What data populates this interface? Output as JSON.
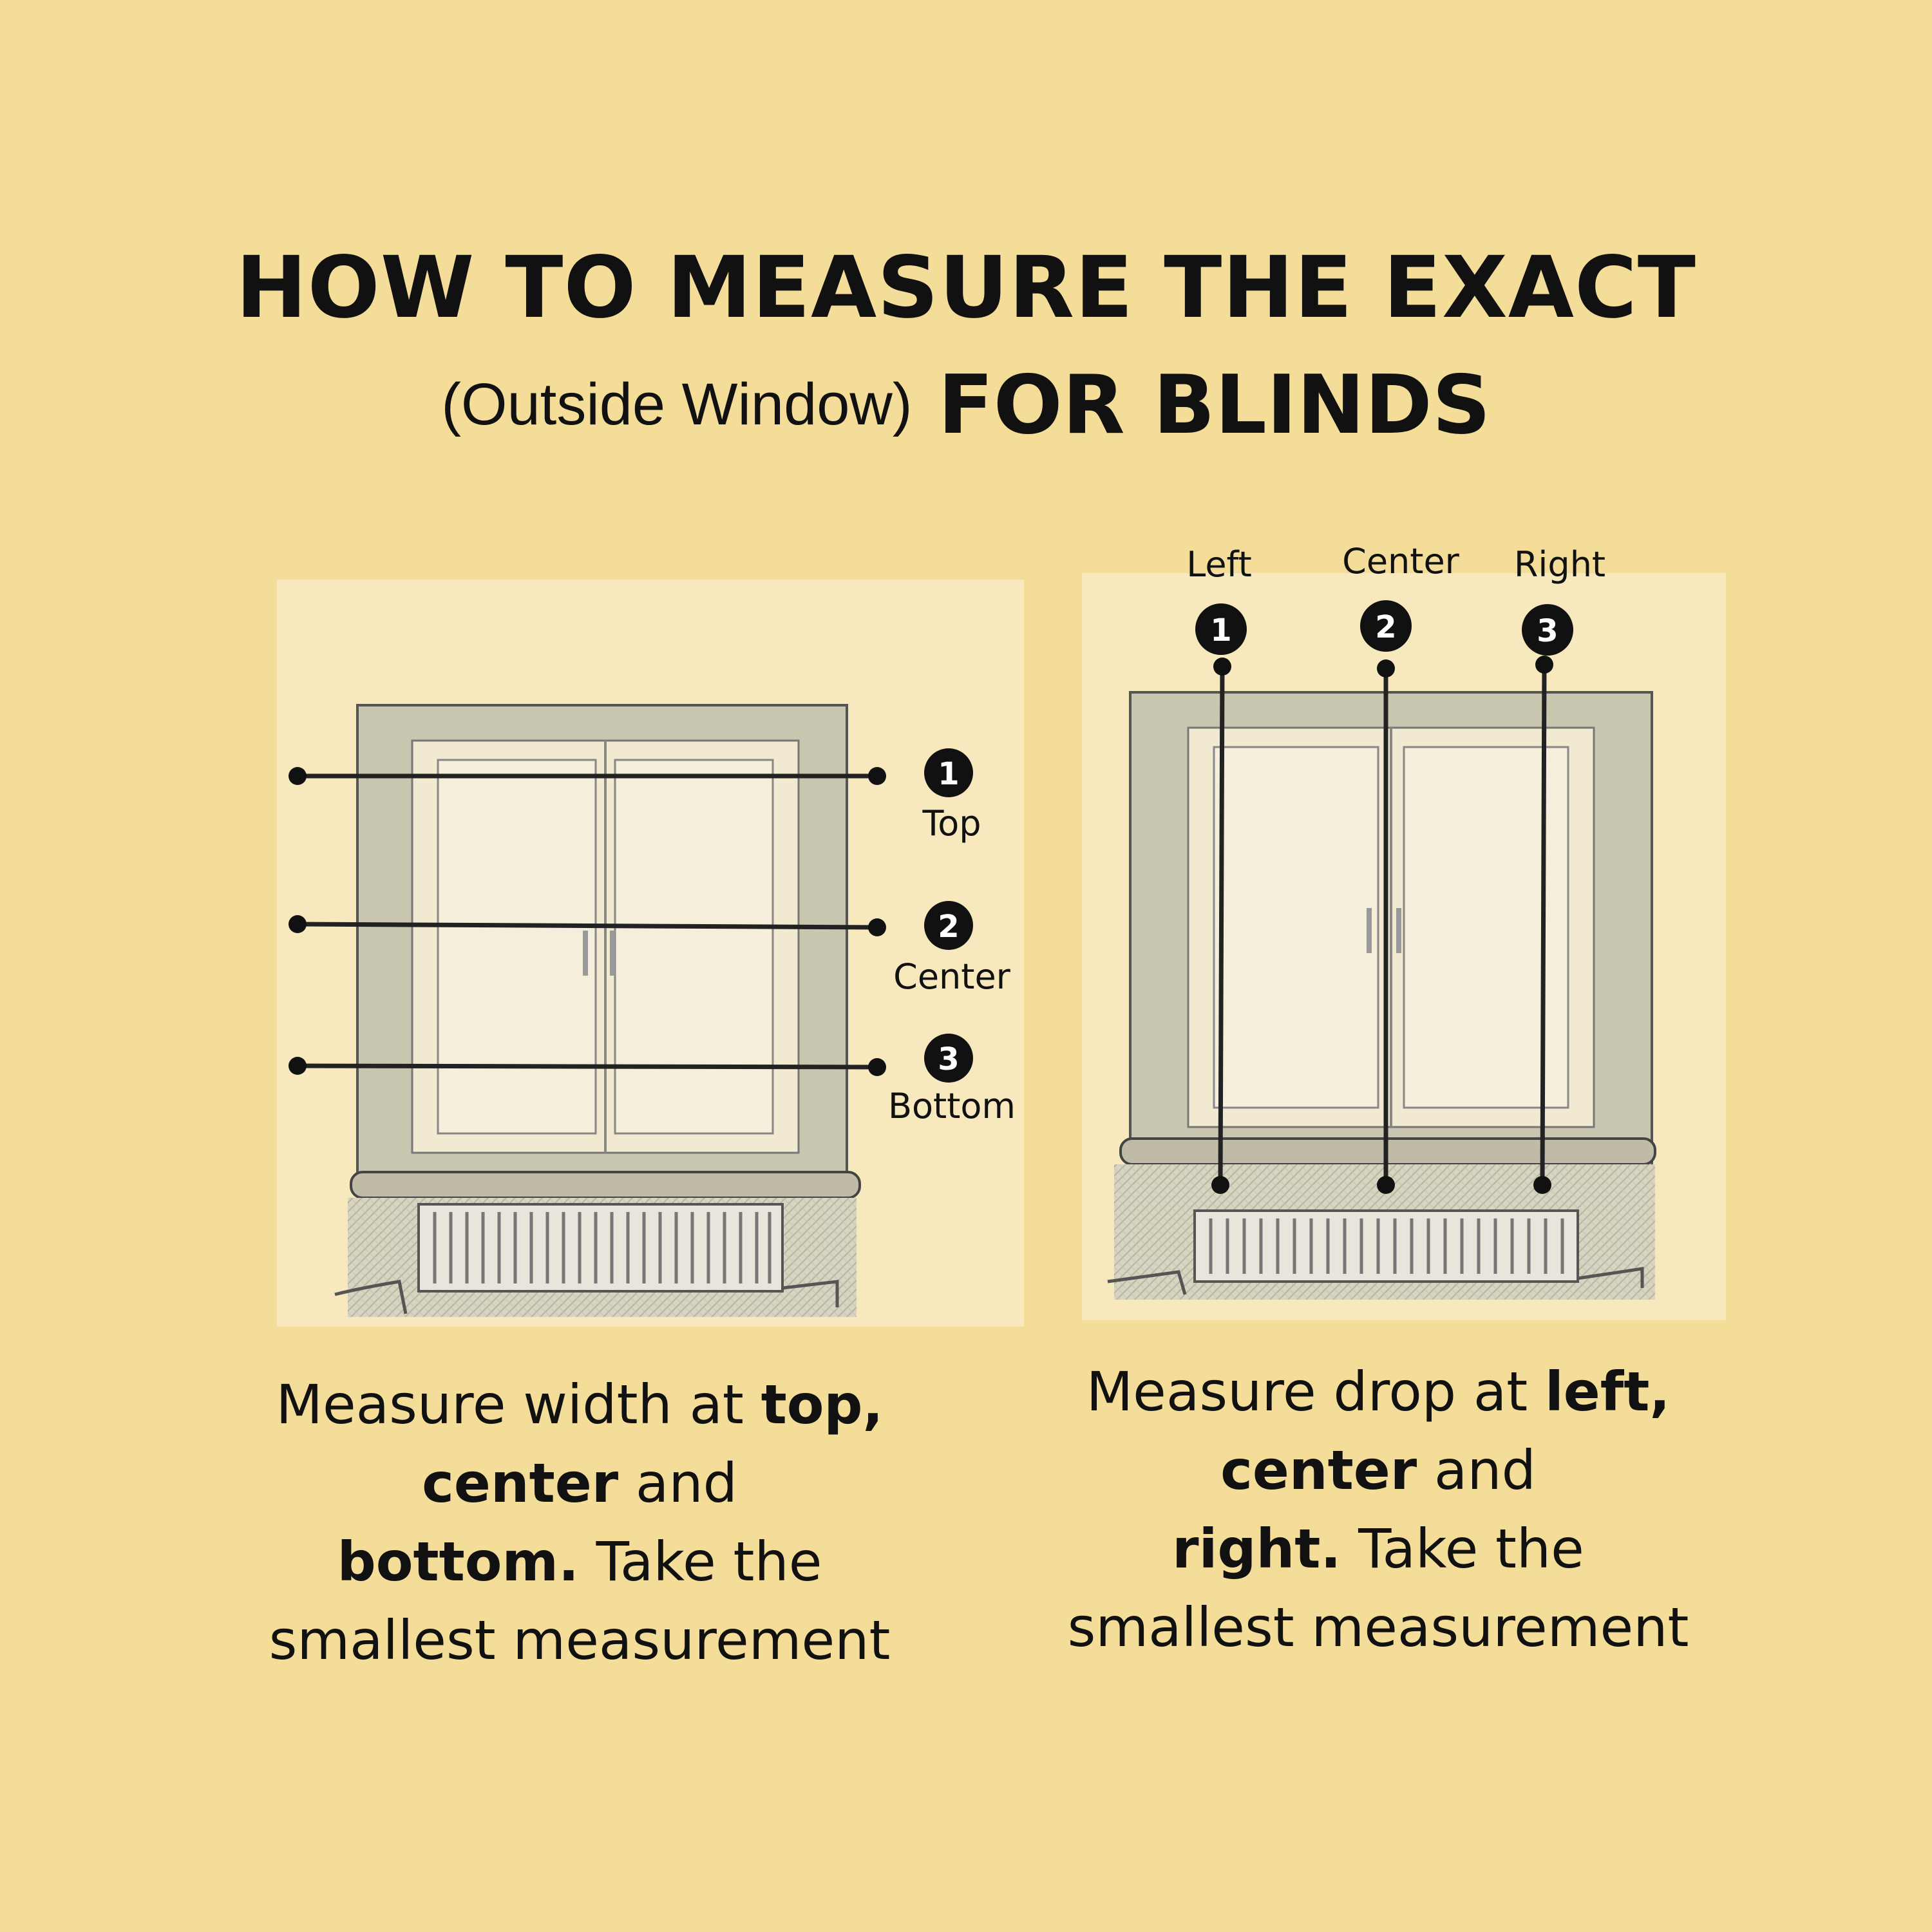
{
  "title": {
    "line1": "HOW TO MEASURE THE EXACT",
    "line2_paren": "(Outside Window)",
    "line2_bold": "FOR BLINDS"
  },
  "left_panel": {
    "markers": [
      {
        "number": "1",
        "label": "Top"
      },
      {
        "number": "2",
        "label": "Center"
      },
      {
        "number": "3",
        "label": "Bottom"
      }
    ],
    "caption": {
      "p1": "Measure width at ",
      "b1": "top,",
      "b2": "center",
      "p2": " and",
      "b3": "bottom.",
      "p3": " Take the",
      "p4": "smallest measurement"
    }
  },
  "right_panel": {
    "markers": [
      {
        "number": "1",
        "label": "Left"
      },
      {
        "number": "2",
        "label": "Center"
      },
      {
        "number": "3",
        "label": "Right"
      }
    ],
    "caption": {
      "p1": "Measure drop at ",
      "b1": "left,",
      "b2": "center",
      "p2": " and",
      "b3": "right.",
      "p3": " Take the",
      "p4": "smallest measurement"
    }
  },
  "colors": {
    "background": "#f3dd98",
    "panel": "#f7e9bd",
    "frame": "#c9c6b0",
    "glass": "#f1ead0",
    "line": "#222222"
  }
}
